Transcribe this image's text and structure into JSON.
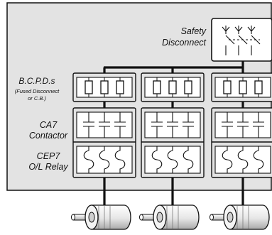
{
  "labels": {
    "safety_line1": "Safety",
    "safety_line2": "Disconnect",
    "bcpd_line1": "B.C.P.D.s",
    "bcpd_line2": "(Fused Disconnect",
    "bcpd_line3": "or C.B.)",
    "ca7_line1": "CA7",
    "ca7_line2": "Contactor",
    "cep7_line1": "CEP7",
    "cep7_line2": "O/L Relay"
  },
  "colors": {
    "panel_fill": "#e3e3e3",
    "line": "#111111",
    "block_fill": "#e3e3e3",
    "cell_fill": "#ffffff"
  },
  "branches": [
    {
      "name": "branch-1"
    },
    {
      "name": "branch-2"
    },
    {
      "name": "branch-3"
    }
  ]
}
